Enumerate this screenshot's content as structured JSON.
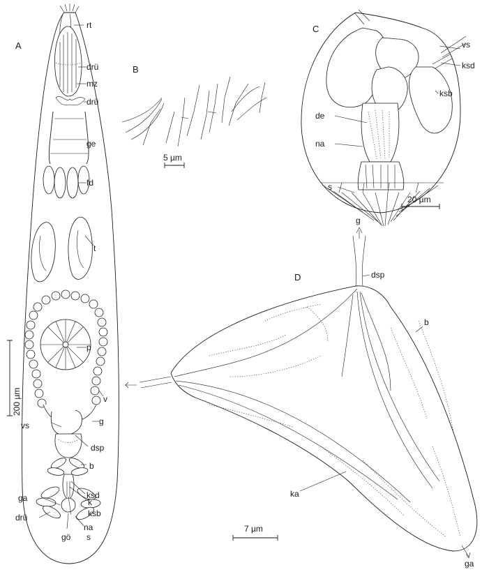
{
  "panels": {
    "A": "A",
    "B": "B",
    "C": "C",
    "D": "D"
  },
  "labels_A": {
    "rt": "rt",
    "dru1": "drü",
    "mz": "mz",
    "dru2": "drü",
    "ge": "ge",
    "fd": "fd",
    "t": "t",
    "p": "p",
    "v": "v",
    "g": "g",
    "dsp": "dsp",
    "vs": "vs",
    "b": "b",
    "ksd": "ksd",
    "k": "k",
    "ksb": "ksb",
    "ga": "ga",
    "na": "na",
    "dru3": "drü",
    "s": "s",
    "go": "gö"
  },
  "labels_C": {
    "vs": "vs",
    "ksd": "ksd",
    "ksb": "ksb",
    "de": "de",
    "na": "na",
    "s": "s"
  },
  "labels_D": {
    "g": "g",
    "dsp": "dsp",
    "b": "b",
    "ka": "ka",
    "ga": "ga"
  },
  "scale_bars": {
    "A": "200 µm",
    "B": "5 µm",
    "C": "20 µm",
    "D": "7 µm"
  }
}
